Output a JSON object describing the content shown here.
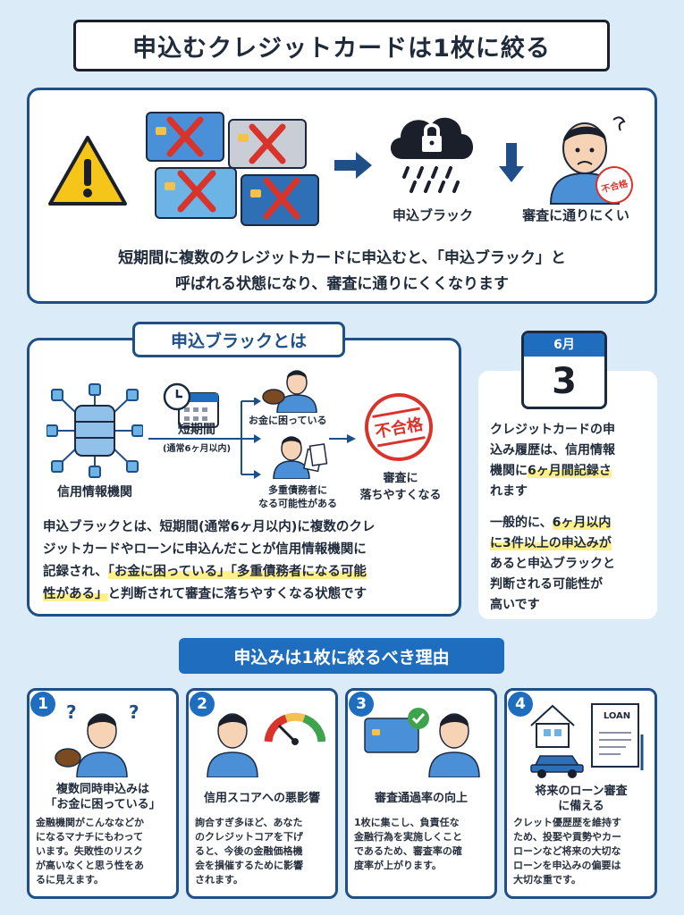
{
  "title": "申込むクレジットカードは1枚に絞る",
  "top": {
    "label_blacklist": "申込ブラック",
    "label_hard": "審査に通りにくい",
    "stamp": "不合格",
    "desc_line1": "短期間に複数のクレジットカードに申込むと、「申込ブラック」と",
    "desc_line2": "呼ばれる状態になり、審査に通りにくくなります"
  },
  "middle": {
    "header": "申込ブラックとは",
    "label_agency": "信用情報機関",
    "label_short": "短期間",
    "label_short_sub": "(通常6ヶ月以内)",
    "label_money": "お金に困っている",
    "label_multi1": "多重債務者に",
    "label_multi2": "なる可能性がある",
    "stamp": "不合格",
    "label_fail1": "審査に",
    "label_fail2": "落ちやすくなる",
    "p1": "申込ブラックとは、短期間(通常6ヶ月以内)に複数のクレ",
    "p2": "ジットカードやローンに申込んだことが信用情報機関に",
    "p3a": "記録され、",
    "p3b": "「お金に困っている」「多重債務者になる可能",
    "p4a": "性がある」",
    "p4b": "と判断されて審査に落ちやすくなる状態です"
  },
  "side": {
    "month": "6月",
    "day": "3",
    "t1": "クレジットカードの申",
    "t2": "込み履歴は、信用情報",
    "t3a": "機関に",
    "t3b": "6ヶ月間記録さ",
    "t4": "れます",
    "t5a": "一般的に、",
    "t5b": "6ヶ月以内",
    "t6": "に3件以上の申込みが",
    "t7a": "あると申込ブラックと",
    "t8": "判断される可能性が",
    "t9": "高いです"
  },
  "reasons": {
    "header": "申込みは1枚に絞るべき理由",
    "items": [
      {
        "num": "1",
        "title1": "複数同時申込みは",
        "title2": "「お金に困っている」",
        "body": [
          "金融機関がこんななどか",
          "になるマナチにもわって",
          "います。失敗性のリスク",
          "が高いなくと思う性をあ",
          "るに見えます。"
        ]
      },
      {
        "num": "2",
        "title1": "信用スコアへの悪影響",
        "title2": "",
        "body": [
          "詢合すぎ多ほど、あなた",
          "のクレジットコアを下げ",
          "ると、今後の金融価格機",
          "会を損催するために影響",
          "されます。"
        ]
      },
      {
        "num": "3",
        "title1": "審査通過率の向上",
        "title2": "",
        "body": [
          "1枚に集こし、負責任な",
          "金融行為を実施しくこと",
          "であるため、審査率の確",
          "度率が上がります。"
        ]
      },
      {
        "num": "4",
        "title1": "将来のローン審査",
        "title2": "に備える",
        "body": [
          "クレット優歴歴を維持す",
          "ため、投娶や貢勢やカー",
          "ローンなど将来の大切な",
          "ローンを申込みの偏要は",
          "大切な重です。"
        ]
      }
    ],
    "loan_label": "LOAN"
  },
  "colors": {
    "navy": "#1e4f86",
    "blue": "#1e6dbe",
    "red": "#d9342b",
    "highlight": "#fff08a"
  }
}
